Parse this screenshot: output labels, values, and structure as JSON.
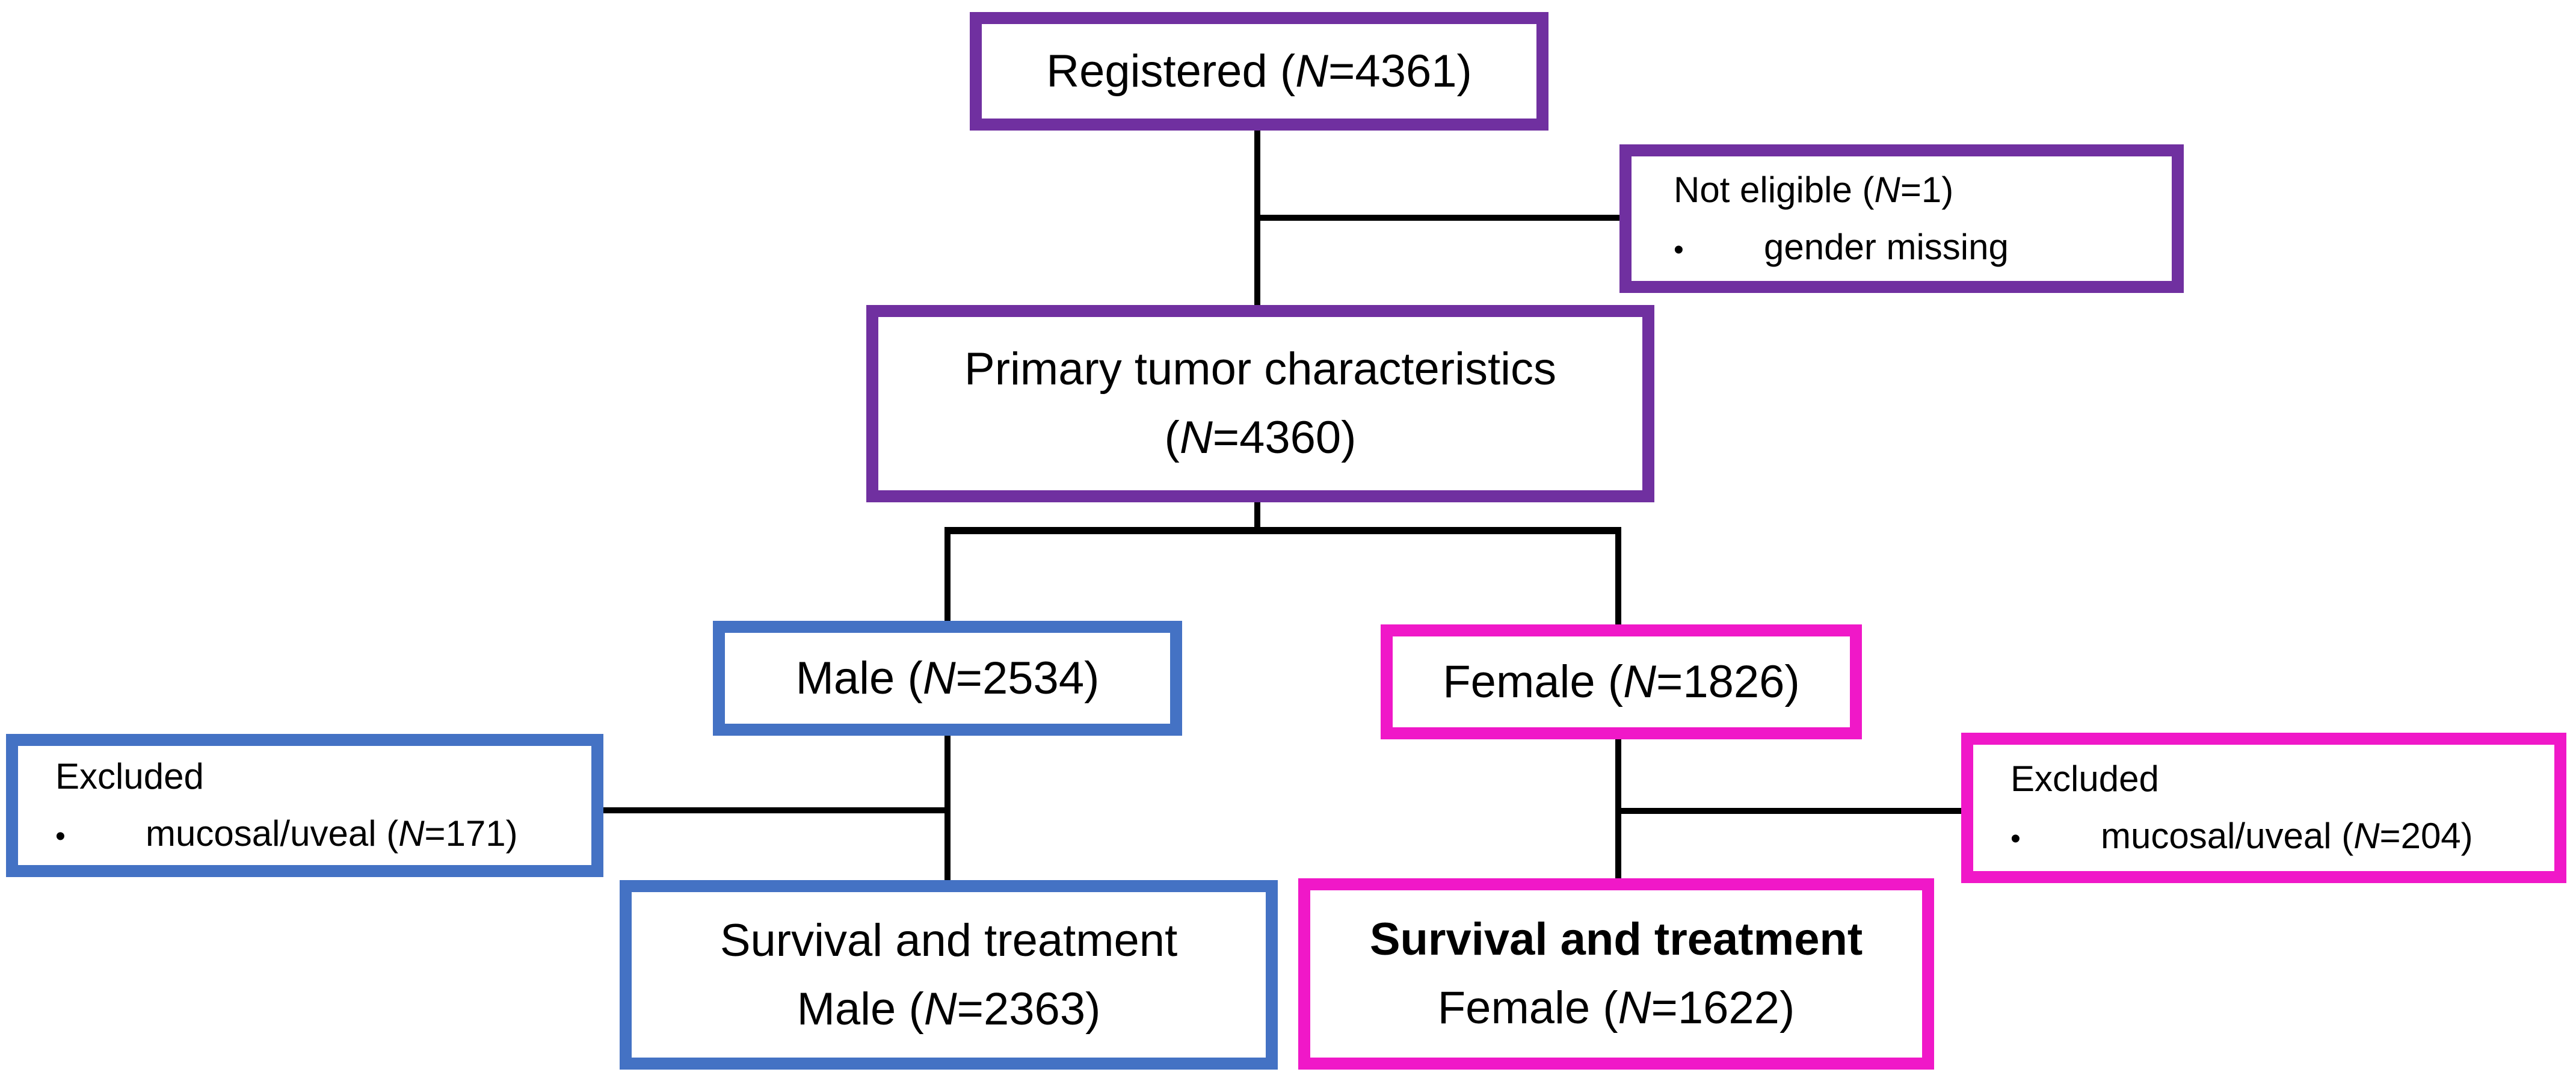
{
  "diagram": {
    "colors": {
      "purple": "#7030A0",
      "blue": "#4472C4",
      "pink": "#F018C8",
      "connector": "#000000",
      "text": "#000000",
      "background": "#FFFFFF"
    },
    "boxes": {
      "registered": {
        "pre": "Registered (",
        "n": "N",
        "post": "=4361)"
      },
      "not_eligible": {
        "title_pre": "Not eligible (",
        "title_n": "N",
        "title_post": "=1)",
        "bullet": "•",
        "item": "gender missing"
      },
      "primary": {
        "line1": "Primary tumor characteristics",
        "line2_pre": "(",
        "line2_n": "N",
        "line2_post": "=4360)"
      },
      "male": {
        "pre": "Male (",
        "n": "N",
        "post": "=2534)"
      },
      "female": {
        "pre": "Female (",
        "n": "N",
        "post": "=1826)"
      },
      "excluded_male": {
        "title": "Excluded",
        "bullet": "•",
        "item_pre": "mucosal/uveal (",
        "item_n": "N",
        "item_post": "=171)"
      },
      "excluded_female": {
        "title": "Excluded",
        "bullet": "•",
        "item_pre": "mucosal/uveal (",
        "item_n": "N",
        "item_post": "=204)"
      },
      "survival_male": {
        "line1": "Survival and treatment",
        "line2_pre": "Male (",
        "line2_n": "N",
        "line2_post": "=2363)"
      },
      "survival_female": {
        "line1": "Survival and treatment",
        "line2_pre": "Female (",
        "line2_n": "N",
        "line2_post": "=1622)"
      }
    }
  }
}
